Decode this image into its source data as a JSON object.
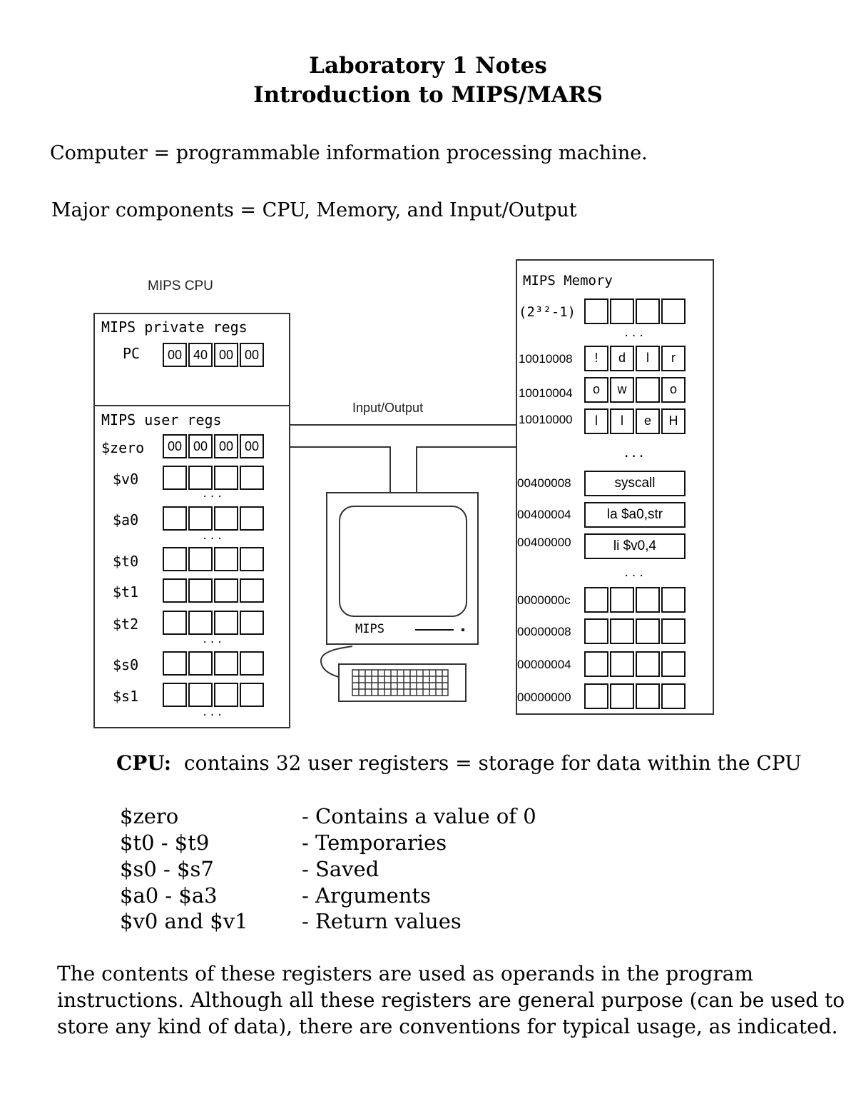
{
  "header": {
    "title_line1": "Laboratory 1 Notes",
    "title_line2": "Introduction to MIPS/MARS"
  },
  "intro": {
    "line1": "Computer = programmable information processing machine.",
    "line2": "Major components = CPU, Memory, and Input/Output"
  },
  "diagram": {
    "cpu_caption": "MIPS CPU",
    "private_regs_title": "MIPS private regs",
    "pc_label": "PC",
    "pc_bytes": [
      "00",
      "40",
      "00",
      "00"
    ],
    "user_regs_title": "MIPS user regs",
    "zero_label": "$zero",
    "zero_bytes": [
      "00",
      "00",
      "00",
      "00"
    ],
    "reg_labels": {
      "v0": "$v0",
      "a0": "$a0",
      "t0": "$t0",
      "t1": "$t1",
      "t2": "$t2",
      "s0": "$s0",
      "s1": "$s1"
    },
    "ellipsis": "...",
    "io_label": "Input/Output",
    "computer_label": "MIPS",
    "memory_title": "MIPS Memory",
    "memory_top_label": "(2³²-1)",
    "memory_rows": [
      {
        "addr": "10010008",
        "bytes": [
          "!",
          "d",
          "l",
          "r"
        ]
      },
      {
        "addr": "10010004",
        "bytes": [
          "o",
          "w",
          "",
          "o"
        ]
      },
      {
        "addr": "10010000",
        "bytes": [
          "l",
          "l",
          "e",
          "H"
        ]
      }
    ],
    "text_rows": [
      {
        "addr": "00400008",
        "instr": "syscall"
      },
      {
        "addr": "00400004",
        "instr": "la $a0,str"
      },
      {
        "addr": "00400000",
        "instr": "li $v0,4"
      }
    ],
    "low_rows": [
      "0000000c",
      "00000008",
      "00000004",
      "00000000"
    ]
  },
  "cpu_section": {
    "heading": "CPU:",
    "text": "contains 32 user registers = storage for data within the CPU",
    "registers": [
      {
        "name": "$zero",
        "desc": "- Contains a value of 0"
      },
      {
        "name": "$t0 - $t9",
        "desc": "- Temporaries"
      },
      {
        "name": "$s0 - $s7",
        "desc": "- Saved"
      },
      {
        "name": "$a0 - $a3",
        "desc": "- Arguments"
      },
      {
        "name": "$v0 and $v1",
        "desc": "- Return values"
      }
    ]
  },
  "closing": {
    "line1": "The contents of these registers are used as operands in the program",
    "line2": "instructions.  Although all these registers are general purpose (can be used to",
    "line3": "store any kind of data), there are conventions for typical usage, as indicated."
  }
}
